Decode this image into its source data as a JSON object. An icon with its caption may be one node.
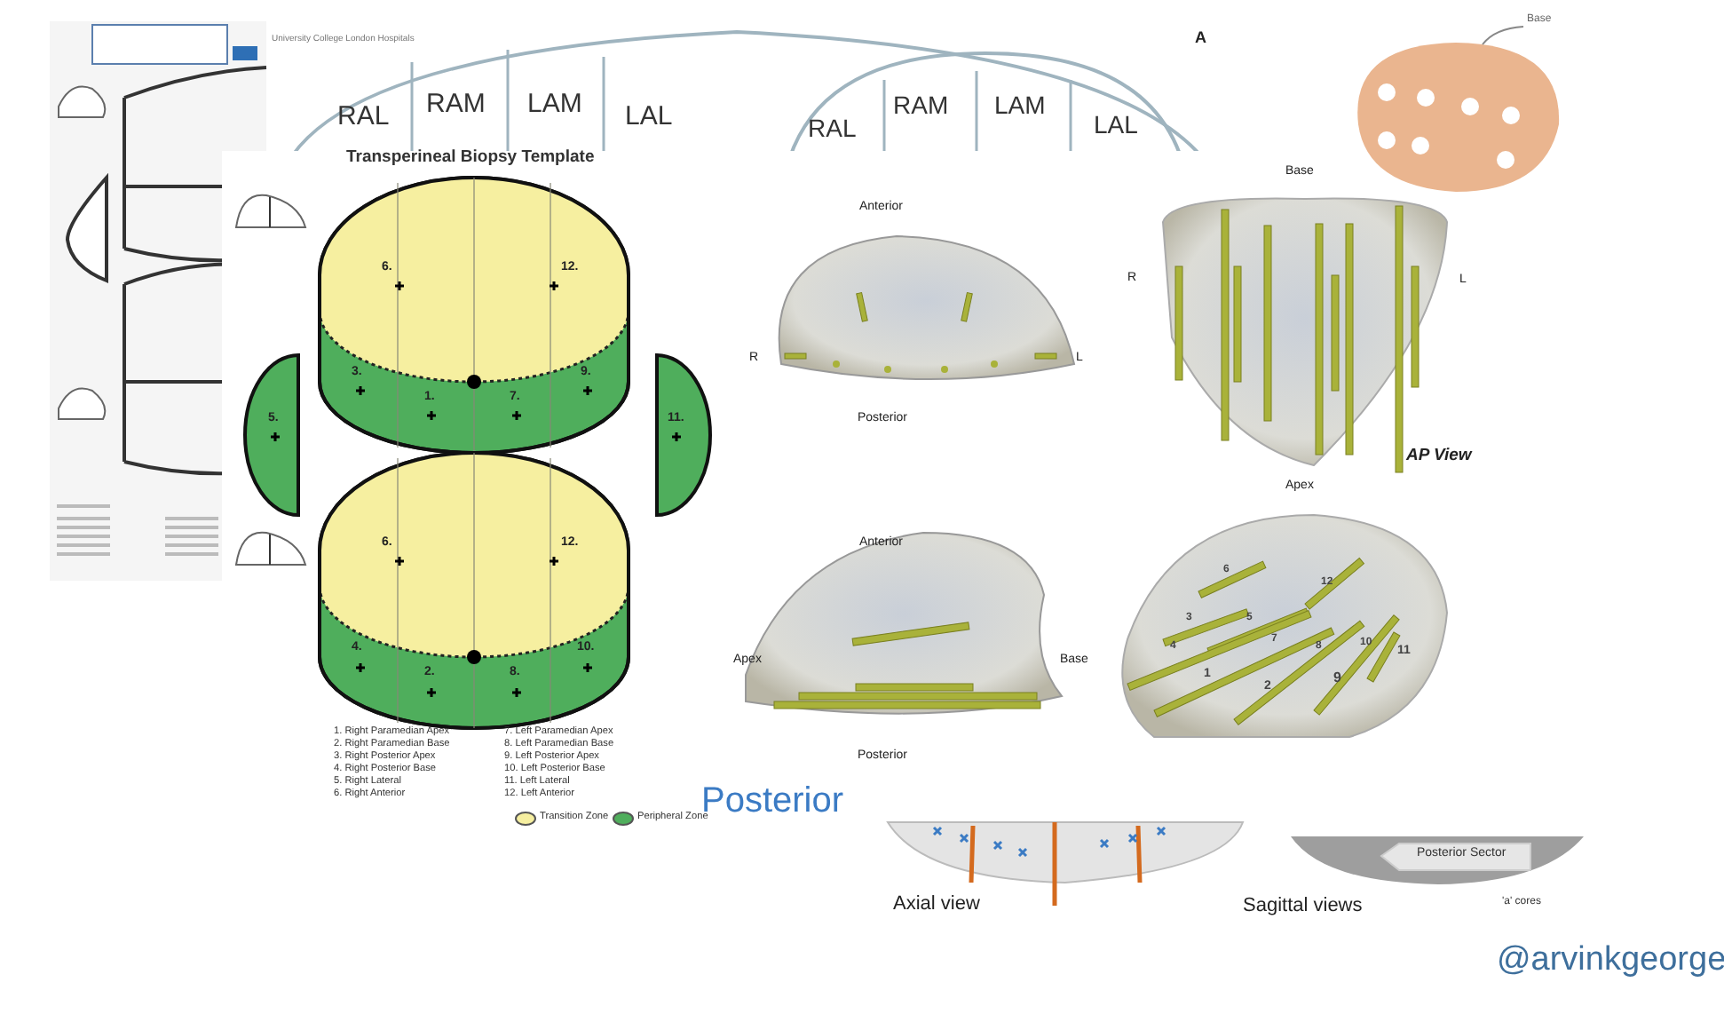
{
  "diagram": {
    "nodes": [
      {
        "text": [
          "Base"
        ]
      },
      {
        "text": [],
        "shape": "picture"
      }
    ],
    "edges": [
      {
        "from": 0,
        "to": 1,
        "arrow": "none"
      }
    ],
    "labels": [
      "University College London Hospitals",
      "RAL",
      "RAM",
      "LAM",
      "LAL",
      "RAL",
      "RAM",
      "LAM",
      "LAL",
      "A",
      "Transperineal Biopsy Template",
      "6.",
      "12.",
      "3.",
      "1.",
      "7.",
      "9.",
      "5.",
      "11.",
      "6.",
      "12.",
      "4.",
      "2.",
      "8.",
      "10.",
      "1. Right Paramedian Apex",
      "2. Right Paramedian Base",
      "3. Right Posterior Apex",
      "4. Right Posterior Base",
      "5. Right Lateral",
      "6. Right Anterior",
      "7. Left Paramedian Apex",
      "8. Left Paramedian Base",
      "9. Left Posterior Apex",
      "10. Left Posterior Base",
      "11. Left Lateral",
      "12. Left Anterior",
      "Anterior",
      "R",
      "L",
      "Posterior",
      "Base",
      "R",
      "L",
      "AP View",
      "Apex",
      "Anterior",
      "Apex",
      "Base",
      "Posterior",
      "6",
      "12",
      "3",
      "5",
      "4",
      "7",
      "8",
      "10",
      "1",
      "2",
      "9",
      "11",
      "Posterior",
      "Axial view",
      "Posterior Sector",
      "Sagittal views",
      "'a' cores",
      "@arvinkgeorge"
    ],
    "legend": [
      {
        "text": "Transition Zone",
        "color": "#f6efa0"
      },
      {
        "text": "Peripheral Zone",
        "color": "#4fae5c"
      }
    ]
  }
}
